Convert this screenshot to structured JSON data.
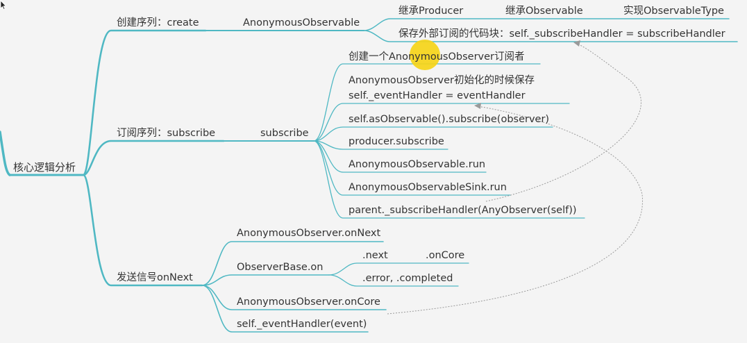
{
  "root": "核心逻辑分析",
  "branches": {
    "create": {
      "label": "创建序列：create",
      "child": "AnonymousObservable",
      "children": [
        "继承Producer",
        "继承Observable",
        "实现ObservableType"
      ],
      "save": "保存外部订阅的代码块：self._subscribeHandler = subscribeHandler"
    },
    "subscribe": {
      "label": "订阅序列：subscribe",
      "child": "subscribe",
      "steps": [
        "创建一个AnonymousObserver订阅者",
        "AnonymousObserver初始化的时候保存",
        "self._eventHandler = eventHandler",
        "self.asObservable().subscribe(observer)",
        "producer.subscribe",
        "AnonymousObservable.run",
        "AnonymousObservableSink.run",
        "parent._subscribeHandler(AnyObserver(self))"
      ]
    },
    "onNext": {
      "label": "发送信号onNext",
      "children": [
        "AnonymousObserver.onNext",
        "ObserverBase.on",
        "AnonymousObserver.onCore",
        "self._eventHandler(event)"
      ],
      "on_children": [
        ".next",
        ".onCore",
        ".error, .completed"
      ]
    }
  },
  "colors": {
    "branch": "#4fb8c3",
    "background": "#f4f4f4",
    "arrow": "#9a9a9a",
    "highlight": "#f5d418"
  }
}
